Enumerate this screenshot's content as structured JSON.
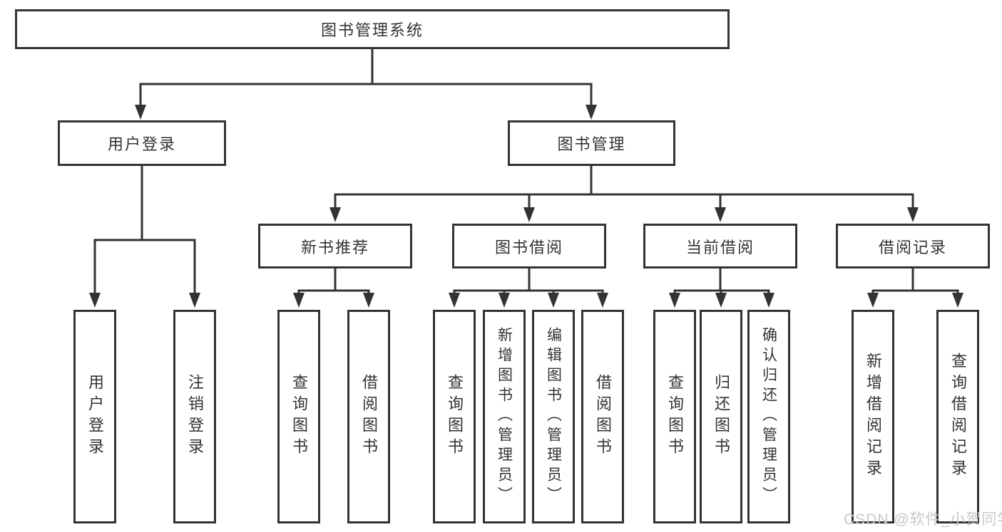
{
  "colors": {
    "line": "#333333",
    "text": "#333333",
    "background": "#ffffff",
    "watermark": "#c8c8c8"
  },
  "diagram": {
    "root": "图书管理系统",
    "level1": {
      "user_login": "用户登录",
      "book_mgmt": "图书管理"
    },
    "level2": {
      "new_book": "新书推荐",
      "borrow": "图书借阅",
      "current": "当前借阅",
      "records": "借阅记录"
    },
    "leaves": {
      "user_login": [
        "用户登录",
        "注销登录"
      ],
      "new_book": [
        "查询图书",
        "借阅图书"
      ],
      "borrow": [
        "查询图书",
        "新增图书（管理员）",
        "编辑图书（管理员）",
        "借阅图书"
      ],
      "current": [
        "查询图书",
        "归还图书",
        "确认归还（管理员）"
      ],
      "records": [
        "新增借阅记录",
        "查询借阅记录"
      ]
    }
  },
  "watermark": "CSDN @软件_小贺同学"
}
